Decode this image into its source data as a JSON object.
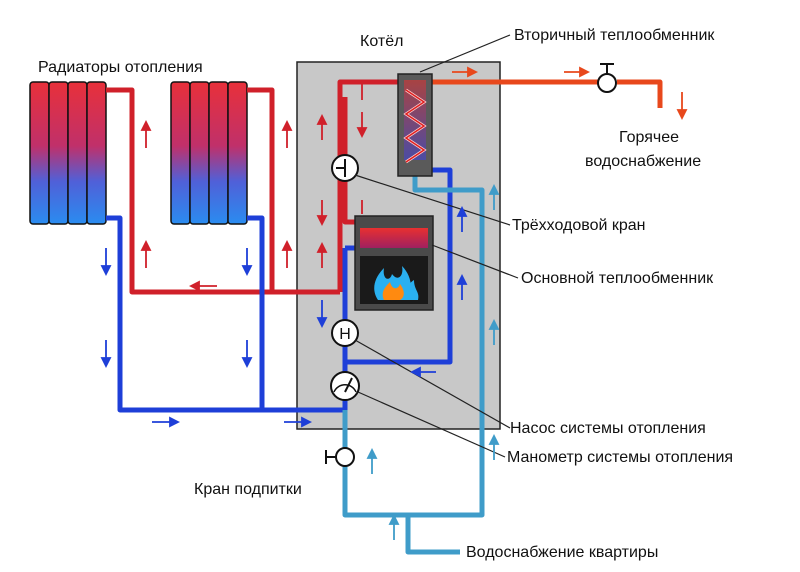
{
  "labels": {
    "boiler": "Котёл",
    "radiators": "Радиаторы отопления",
    "secondary_hx": "Вторичный теплообменник",
    "hot_water_line1": "Горячее",
    "hot_water_line2": "водоснабжение",
    "three_way_valve": "Трёхходовой кран",
    "primary_hx": "Основной теплообменник",
    "pump": "Насос системы отопления",
    "manometer": "Манометр системы отопления",
    "refill_valve": "Кран подпитки",
    "water_supply": "Водоснабжение квартиры"
  },
  "symbols": {
    "pump_letter": "H"
  },
  "colors": {
    "hot_pipe": "#d0202a",
    "cold_pipe": "#1e3fd8",
    "domestic_hot": "#e8481c",
    "domestic_cold": "#3f9cc9",
    "boiler_body": "#c8c8c8",
    "hx_box": "#5a5a5a"
  }
}
